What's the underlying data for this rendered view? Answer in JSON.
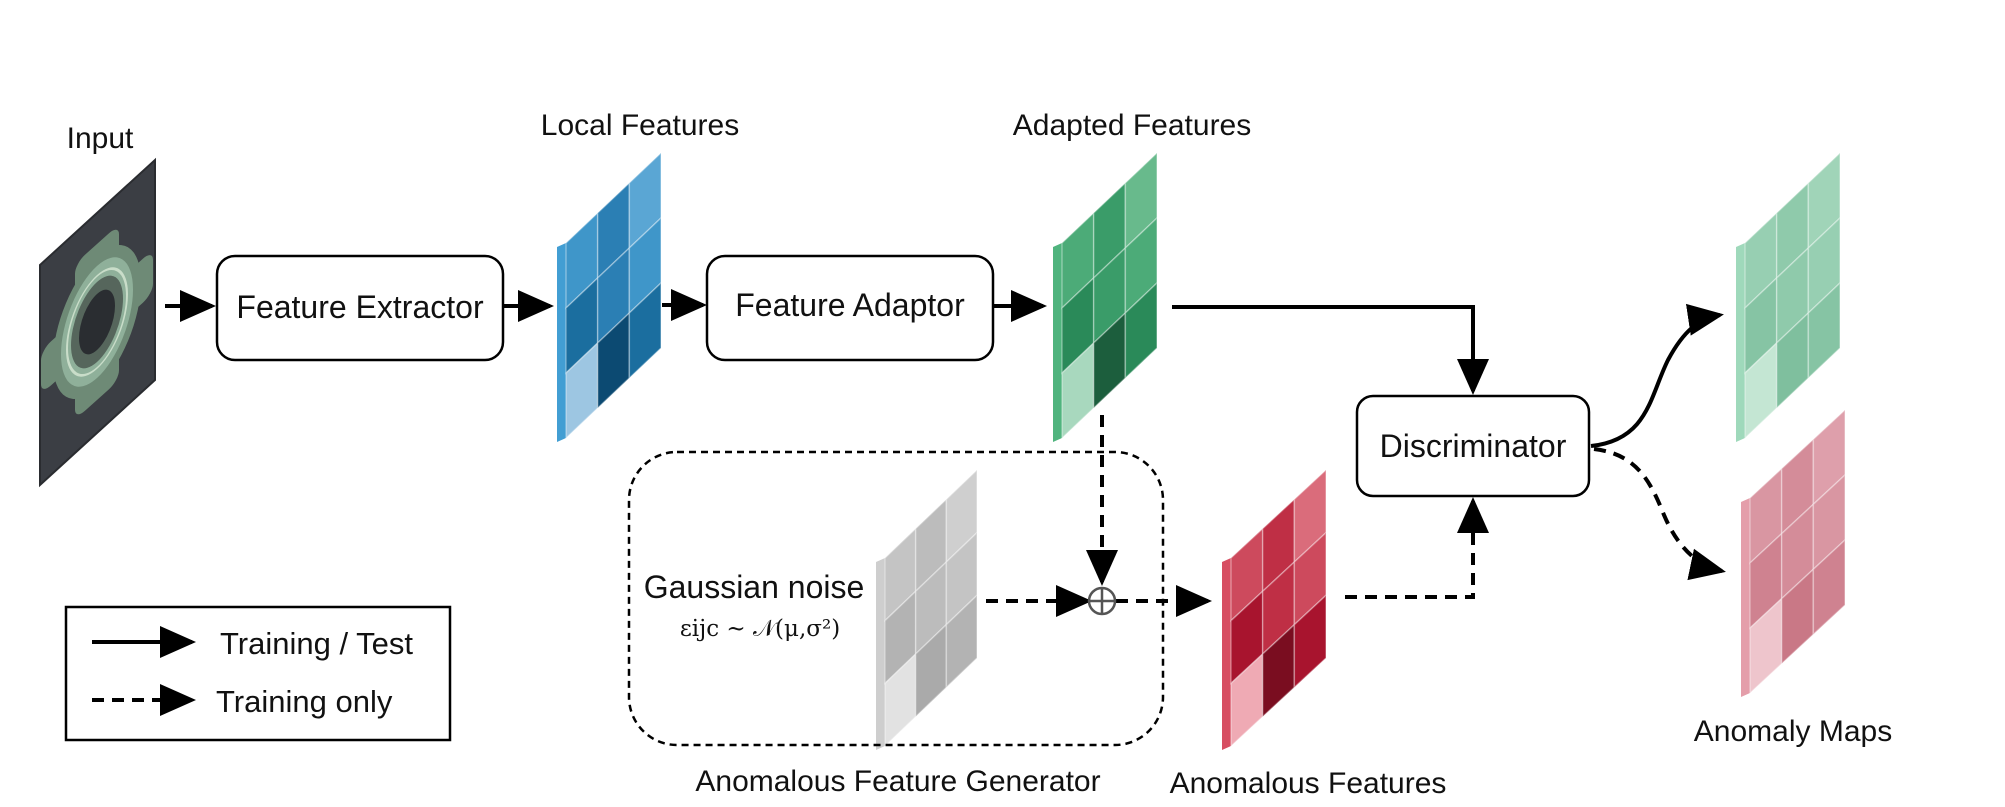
{
  "labels": {
    "input": "Input",
    "local_features": "Local Features",
    "adapted_features": "Adapted Features",
    "anomalous_features": "Anomalous Features",
    "anomaly_maps": "Anomaly Maps",
    "anomalous_feature_generator": "Anomalous Feature Generator",
    "gaussian_noise": "Gaussian noise",
    "noise_formula": "εijc ~ 𝒩(μ,σ²)"
  },
  "boxes": {
    "feature_extractor": "Feature Extractor",
    "feature_adaptor": "Feature Adaptor",
    "discriminator": "Discriminator"
  },
  "legend": {
    "solid": "Training / Test",
    "dashed": "Training only"
  },
  "colors": {
    "local_features": [
      "#0c4a72",
      "#1b6e9f",
      "#2b7fb4",
      "#3f96c9",
      "#5aa6d4",
      "#9dc6e2"
    ],
    "adapted_features": [
      "#1c5e3d",
      "#2a8a59",
      "#3a9c69",
      "#4cab78",
      "#68ba8c",
      "#a8d8be"
    ],
    "anomalous_features": [
      "#7a0d20",
      "#a8142e",
      "#bf2f45",
      "#cd4a5d",
      "#da6c7b",
      "#efaab4"
    ],
    "gaussian_noise": [
      "#aaaaaa",
      "#b3b3b3",
      "#bcbcbc",
      "#c4c4c4",
      "#cfcfcf",
      "#e2e2e2"
    ],
    "anomaly_map_normal": [
      "#7fbf9e",
      "#86c4a4",
      "#8fcaab",
      "#97cfb2",
      "#a0d4b8",
      "#c4e6d3"
    ],
    "anomaly_map_abnormal": [
      "#c97886",
      "#cf8290",
      "#d48c99",
      "#d996a2",
      "#de9fab",
      "#eec5cc"
    ]
  }
}
